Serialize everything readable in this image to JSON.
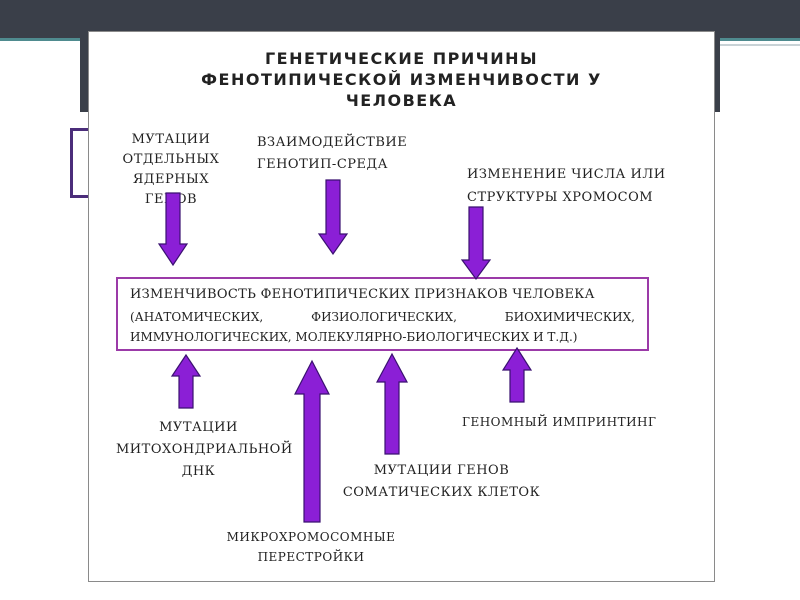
{
  "title": {
    "lines": [
      "ГЕНЕТИЧЕСКИЕ ПРИЧИНЫ",
      "ФЕНОТИПИЧЕСКОЙ ИЗМЕНЧИВОСТИ У",
      "ЧЕЛОВЕКА"
    ]
  },
  "center": {
    "line1": "ИЗМЕНЧИВОСТЬ ФЕНОТИПИЧЕСКИХ ПРИЗНАКОВ ЧЕЛОВЕКА",
    "line2": "(АНАТОМИЧЕСКИХ,   ФИЗИОЛОГИЧЕСКИХ,   БИОХИМИЧЕСКИХ,",
    "line3": "ИММУНОЛОГИЧЕСКИХ, МОЛЕКУЛЯРНО-БИОЛОГИЧЕСКИХ И Т.Д.)"
  },
  "causes_top": [
    {
      "id": "single-gene",
      "lines": [
        "МУТАЦИИ",
        "ОТДЕЛЬНЫХ",
        "ЯДЕРНЫХ ГЕНОВ"
      ]
    },
    {
      "id": "gene-env",
      "lines": [
        "ВЗАИМОДЕЙСТВИЕ",
        "ГЕНОТИП-СРЕДА"
      ]
    },
    {
      "id": "chromosome",
      "lines": [
        "ИЗМЕНЕНИЕ  ЧИСЛА  ИЛИ",
        "СТРУКТУРЫ ХРОМОСОМ"
      ]
    }
  ],
  "causes_bottom": [
    {
      "id": "mito",
      "lines": [
        "МУТАЦИИ",
        "МИТОХОНДРИАЛЬНОЙ",
        "ДНК"
      ]
    },
    {
      "id": "microchrom",
      "lines": [
        "МИКРОХРОМОСОМНЫЕ",
        "ПЕРЕСТРОЙКИ"
      ]
    },
    {
      "id": "somatic",
      "lines": [
        "МУТАЦИИ ГЕНОВ",
        "СОМАТИЧЕСКИХ КЛЕТОК"
      ]
    },
    {
      "id": "imprinting",
      "lines": [
        "ГЕНОМНЫЙ ИМПРИНТИНГ"
      ]
    }
  ],
  "colors": {
    "arrow_fill": "#8b1fd6",
    "arrow_stroke": "#3a1170",
    "box_border": "#9b3aa8"
  }
}
